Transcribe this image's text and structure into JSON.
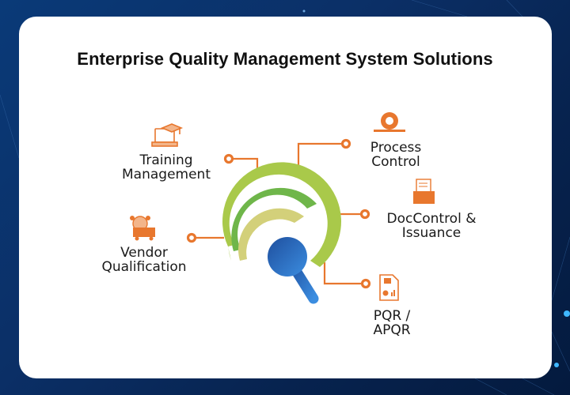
{
  "title": "Enterprise Quality Management System Solutions",
  "colors": {
    "background": "#0b2f66",
    "card": "#ffffff",
    "accent_orange": "#e8772e",
    "ring_outer": "#a9c94a",
    "ring_middle": "#6fb64a",
    "ring_inner": "#d3d07a",
    "magnifier": "#2a63b8"
  },
  "nodes": [
    {
      "id": "training",
      "line1": "Training",
      "line2": "Management",
      "icon": "laptop-graduation-cap-icon"
    },
    {
      "id": "process",
      "line1": "Process",
      "line2": "Control",
      "icon": "process-gears-icon"
    },
    {
      "id": "doccontrol",
      "line1": "DocControl &",
      "line2": "Issuance",
      "icon": "document-folder-icon"
    },
    {
      "id": "vendor",
      "line1": "Vendor",
      "line2": "Qualification",
      "icon": "global-logistics-icon"
    },
    {
      "id": "pqr",
      "line1": "PQR /",
      "line2": "APQR",
      "icon": "report-chart-icon"
    }
  ]
}
